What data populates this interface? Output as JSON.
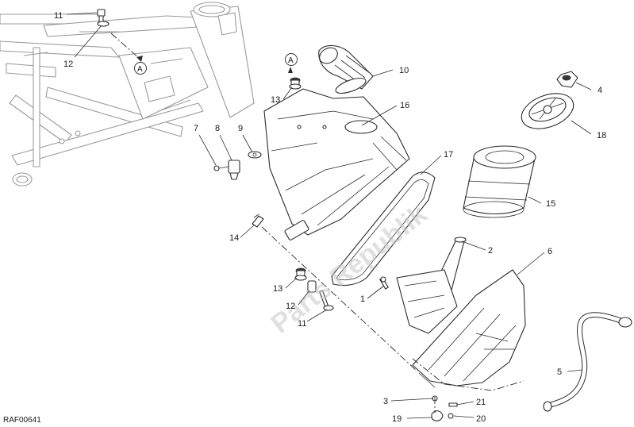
{
  "diagram": {
    "code": "RAF00641",
    "watermark": "Parts Republik",
    "reference_marker": "A",
    "callouts": {
      "c1": "1",
      "c2": "2",
      "c3": "3",
      "c4": "4",
      "c5": "5",
      "c6": "6",
      "c7": "7",
      "c8": "8",
      "c9": "9",
      "c10": "10",
      "c11a": "11",
      "c11b": "11",
      "c12a": "12",
      "c12b": "12",
      "c13a": "13",
      "c13b": "13",
      "c14": "14",
      "c15": "15",
      "c16": "16",
      "c17": "17",
      "c18": "18",
      "c19": "19",
      "c20": "20",
      "c21": "21"
    }
  }
}
